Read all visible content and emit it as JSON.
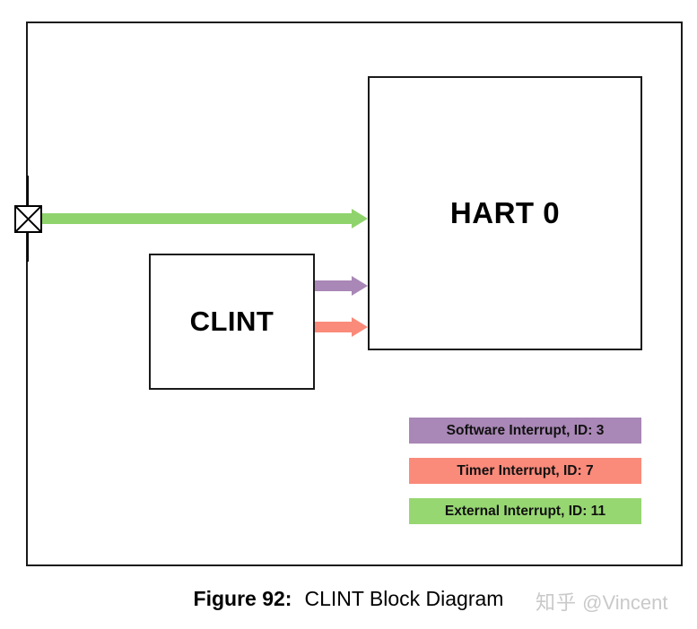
{
  "figure": {
    "caption_label": "Figure 92:",
    "caption_title": "CLINT Block Diagram"
  },
  "watermark": {
    "site": "知乎",
    "author": "@Vincent"
  },
  "blocks": [
    {
      "id": "hart0",
      "label": "HART 0"
    },
    {
      "id": "clint",
      "label": "CLINT"
    }
  ],
  "terminal": {
    "name": "external-interrupt-source",
    "icon": "crossed-box-icon"
  },
  "arrows": [
    {
      "id": "external",
      "label": "External Interrupt",
      "from": "external-interrupt-source",
      "to": "hart0",
      "color": "#8fd36c"
    },
    {
      "id": "software",
      "label": "Software Interrupt",
      "from": "clint",
      "to": "hart0",
      "color": "#a987b6"
    },
    {
      "id": "timer",
      "label": "Timer Interrupt",
      "from": "clint",
      "to": "hart0",
      "color": "#fa8a7a"
    }
  ],
  "legend": {
    "items": [
      {
        "label": "Software Interrupt, ID: 3",
        "color": "#a987b6",
        "interrupt": "Software",
        "id": 3
      },
      {
        "label": "Timer Interrupt, ID: 7",
        "color": "#fa8a7a",
        "interrupt": "Timer",
        "id": 7
      },
      {
        "label": "External Interrupt, ID: 11",
        "color": "#97d772",
        "interrupt": "External",
        "id": 11
      }
    ]
  },
  "colors": {
    "software_purple": "#a987b6",
    "timer_salmon": "#fa8a7a",
    "external_green": "#8fd36c",
    "legend_green": "#97d772",
    "stroke": "#1a1a1a",
    "background": "#ffffff"
  }
}
